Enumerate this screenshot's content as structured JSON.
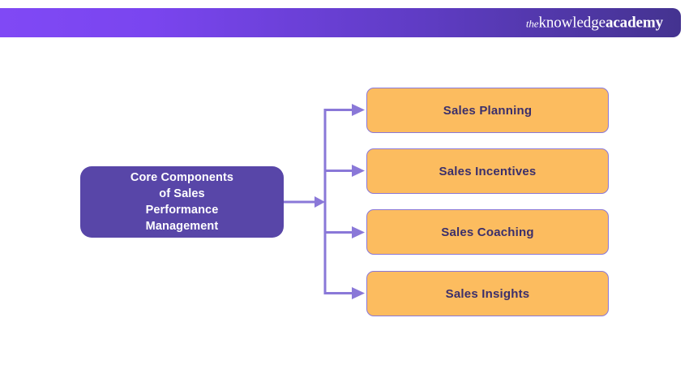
{
  "header": {
    "logo": {
      "prefix": "the",
      "middle": "knowledge",
      "suffix": "academy",
      "full_text": "theknowledgeacademy"
    },
    "gradient_start": "#8049F5",
    "gradient_end": "#443390"
  },
  "diagram": {
    "root": {
      "label_lines": [
        "Core Components",
        "of Sales",
        "Performance",
        "Management"
      ],
      "label": "Core Components of Sales Performance Management",
      "fill": "#5846A8",
      "text_color": "#FFFFFF"
    },
    "branches": [
      {
        "label": "Sales Planning"
      },
      {
        "label": "Sales Incentives"
      },
      {
        "label": "Sales Coaching"
      },
      {
        "label": "Sales Insights"
      }
    ],
    "branch_style": {
      "fill": "#FCBC5F",
      "border": "#8A78D8",
      "text_color": "#3B2F6B"
    },
    "connector_color": "#8A78D8"
  }
}
